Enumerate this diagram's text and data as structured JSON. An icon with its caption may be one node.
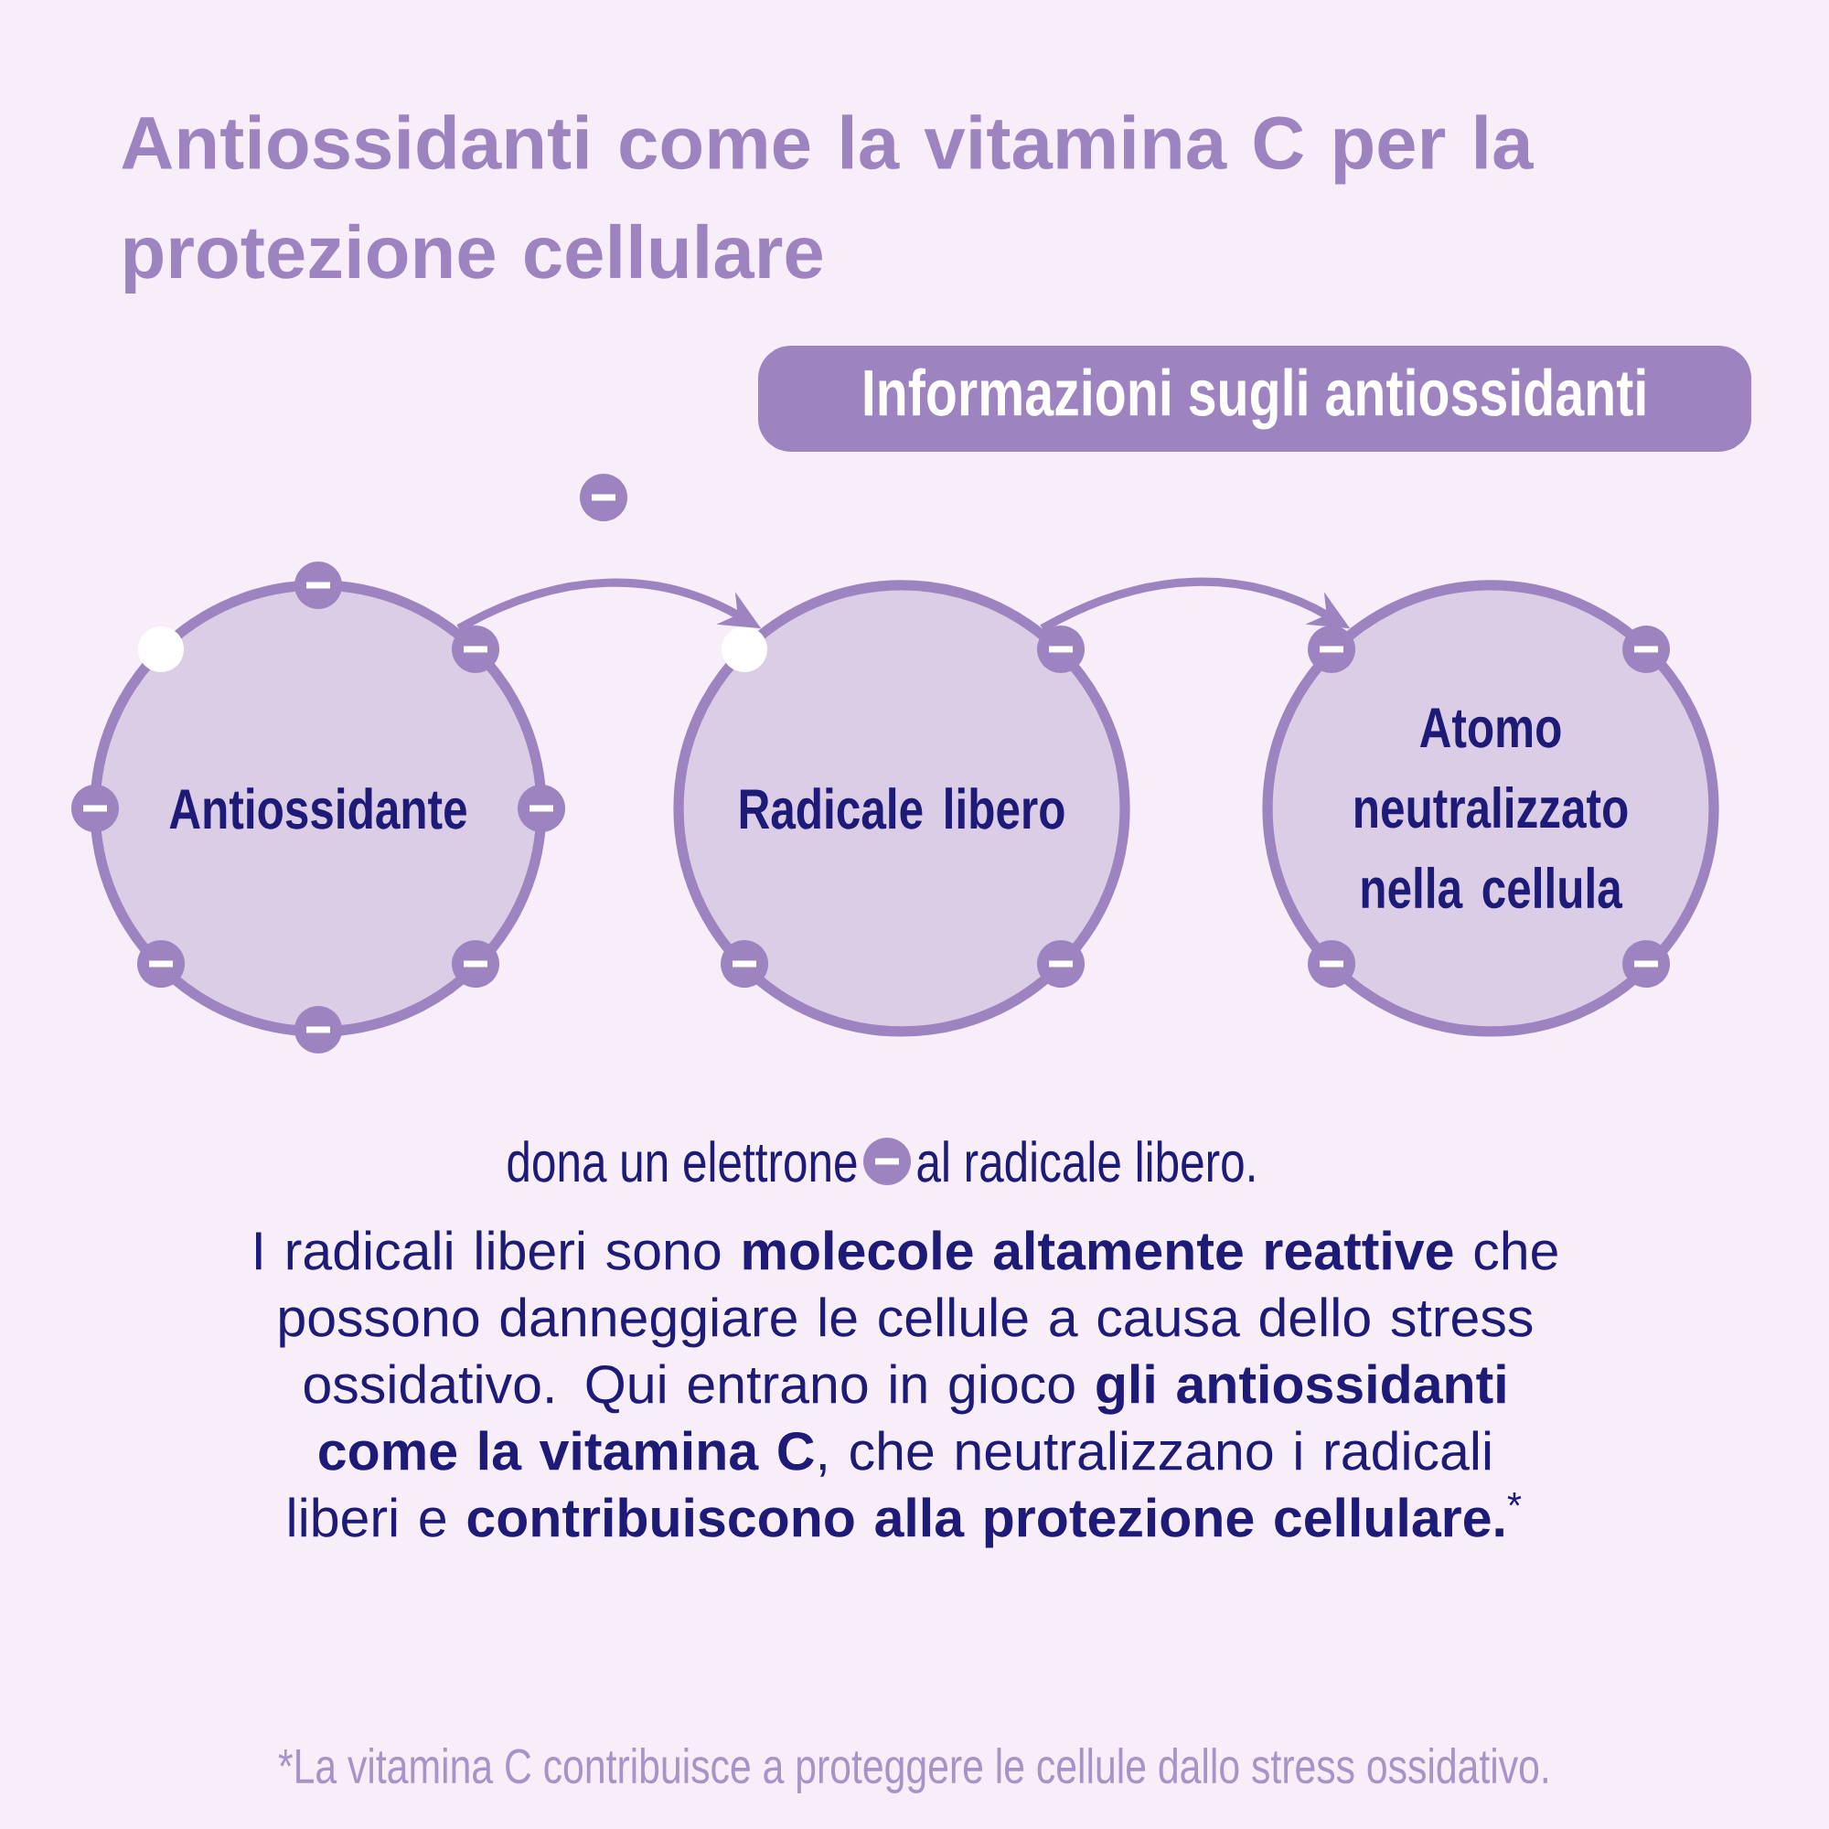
{
  "diagram": {
    "title": "Antiossidanti come la vitamina C per la protezione cellulare",
    "nodes": [
      {
        "text": [
          "Informazioni sugli antiossidanti"
        ]
      },
      {
        "text": [
          "Antiossidante"
        ]
      },
      {
        "text": [
          "Radicale libero"
        ]
      },
      {
        "text": [
          "Atomo neutralizzato nella cellula"
        ]
      }
    ],
    "edges": [
      {
        "from": 1,
        "to": 2,
        "arrow": "to"
      },
      {
        "from": 2,
        "to": 3,
        "arrow": "to"
      }
    ],
    "labels": [
      "dona un elettrone",
      "al radicale libero.",
      "I radicali liberi sono **molecole altamente reattive** che possono danneggiare le cellule a causa dello stress ossidativo. Qui entrano in gioco **gli antiossidanti come la vitamina C**, che neutralizzano i radicali liberi e **contribuiscono alla protezione cellulare.**$^{*}$",
      "*La vitamina C contribuisce a proteggere le cellule dallo stress ossidativo."
    ]
  }
}
